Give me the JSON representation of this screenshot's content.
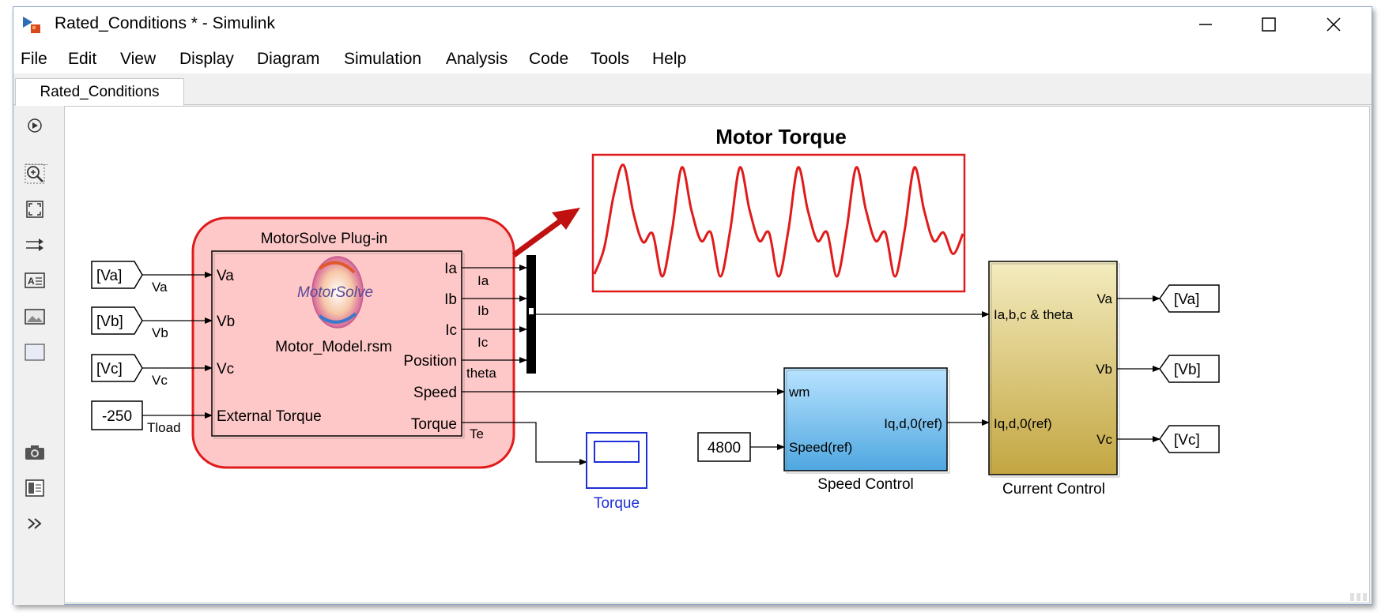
{
  "window": {
    "title": "Rated_Conditions * - Simulink"
  },
  "menu": [
    "File",
    "Edit",
    "View",
    "Display",
    "Diagram",
    "Simulation",
    "Analysis",
    "Code",
    "Tools",
    "Help"
  ],
  "tab": {
    "label": "Rated_Conditions"
  },
  "toolbar_icons": [
    "navigate-icon",
    "zoom-icon",
    "fit-view-icon",
    "signal-arrows-icon",
    "annotation-icon",
    "image-icon",
    "area-icon",
    "camera-icon",
    "report-icon",
    "more-icon"
  ],
  "colors": {
    "highlight_red": "#e01b1b",
    "plugin_fill": "#ffc8c8",
    "speed_block": "#5ab0e6",
    "current_block": "#c9b24a",
    "scope_blue": "#1d2fd6"
  },
  "diagram": {
    "goto_tags": {
      "va_in": "[Va]",
      "vb_in": "[Vb]",
      "vc_in": "[Vc]",
      "va_out": "[Va]",
      "vb_out": "[Vb]",
      "vc_out": "[Vc]"
    },
    "constants": {
      "load": "-250",
      "speed_ref": "4800"
    },
    "signal_labels": {
      "va": "Va",
      "vb": "Vb",
      "vc": "Vc",
      "tload": "Tload",
      "ia": "Ia",
      "ib": "Ib",
      "ic": "Ic",
      "theta": "theta",
      "te": "Te"
    },
    "plugin": {
      "area_title": "MotorSolve Plug-in",
      "logo_text": "MotorSolve",
      "model_name": "Motor_Model.rsm",
      "inputs": [
        "Va",
        "Vb",
        "Vc",
        "External Torque"
      ],
      "outputs": [
        "Ia",
        "Ib",
        "Ic",
        "Position",
        "Speed",
        "Torque"
      ]
    },
    "speed_control": {
      "name": "Speed Control",
      "in_wm": "wm",
      "in_speed": "Speed(ref)",
      "out": "Iq,d,0(ref)"
    },
    "current_control": {
      "name": "Current Control",
      "in_iabc": "Ia,b,c & theta",
      "in_iqd": "Iq,d,0(ref)",
      "out_va": "Va",
      "out_vb": "Vb",
      "out_vc": "Vc"
    },
    "scope": {
      "name": "Torque"
    },
    "torque_plot": {
      "title": "Motor Torque"
    }
  },
  "chart_data": {
    "type": "line",
    "title": "Motor Torque",
    "xlabel": "",
    "ylabel": "",
    "series": [
      {
        "values": [
          0.08,
          0.3,
          0.75,
          1.0,
          0.6,
          0.35,
          0.42,
          0.06,
          0.45,
          0.98,
          0.62,
          0.36,
          0.43,
          0.06,
          0.45,
          0.98,
          0.62,
          0.36,
          0.43,
          0.06,
          0.45,
          0.98,
          0.62,
          0.36,
          0.43,
          0.06,
          0.45,
          0.98,
          0.62,
          0.36,
          0.43,
          0.06,
          0.45,
          0.98,
          0.62,
          0.36,
          0.43,
          0.25,
          0.42
        ]
      }
    ],
    "grid": false
  }
}
